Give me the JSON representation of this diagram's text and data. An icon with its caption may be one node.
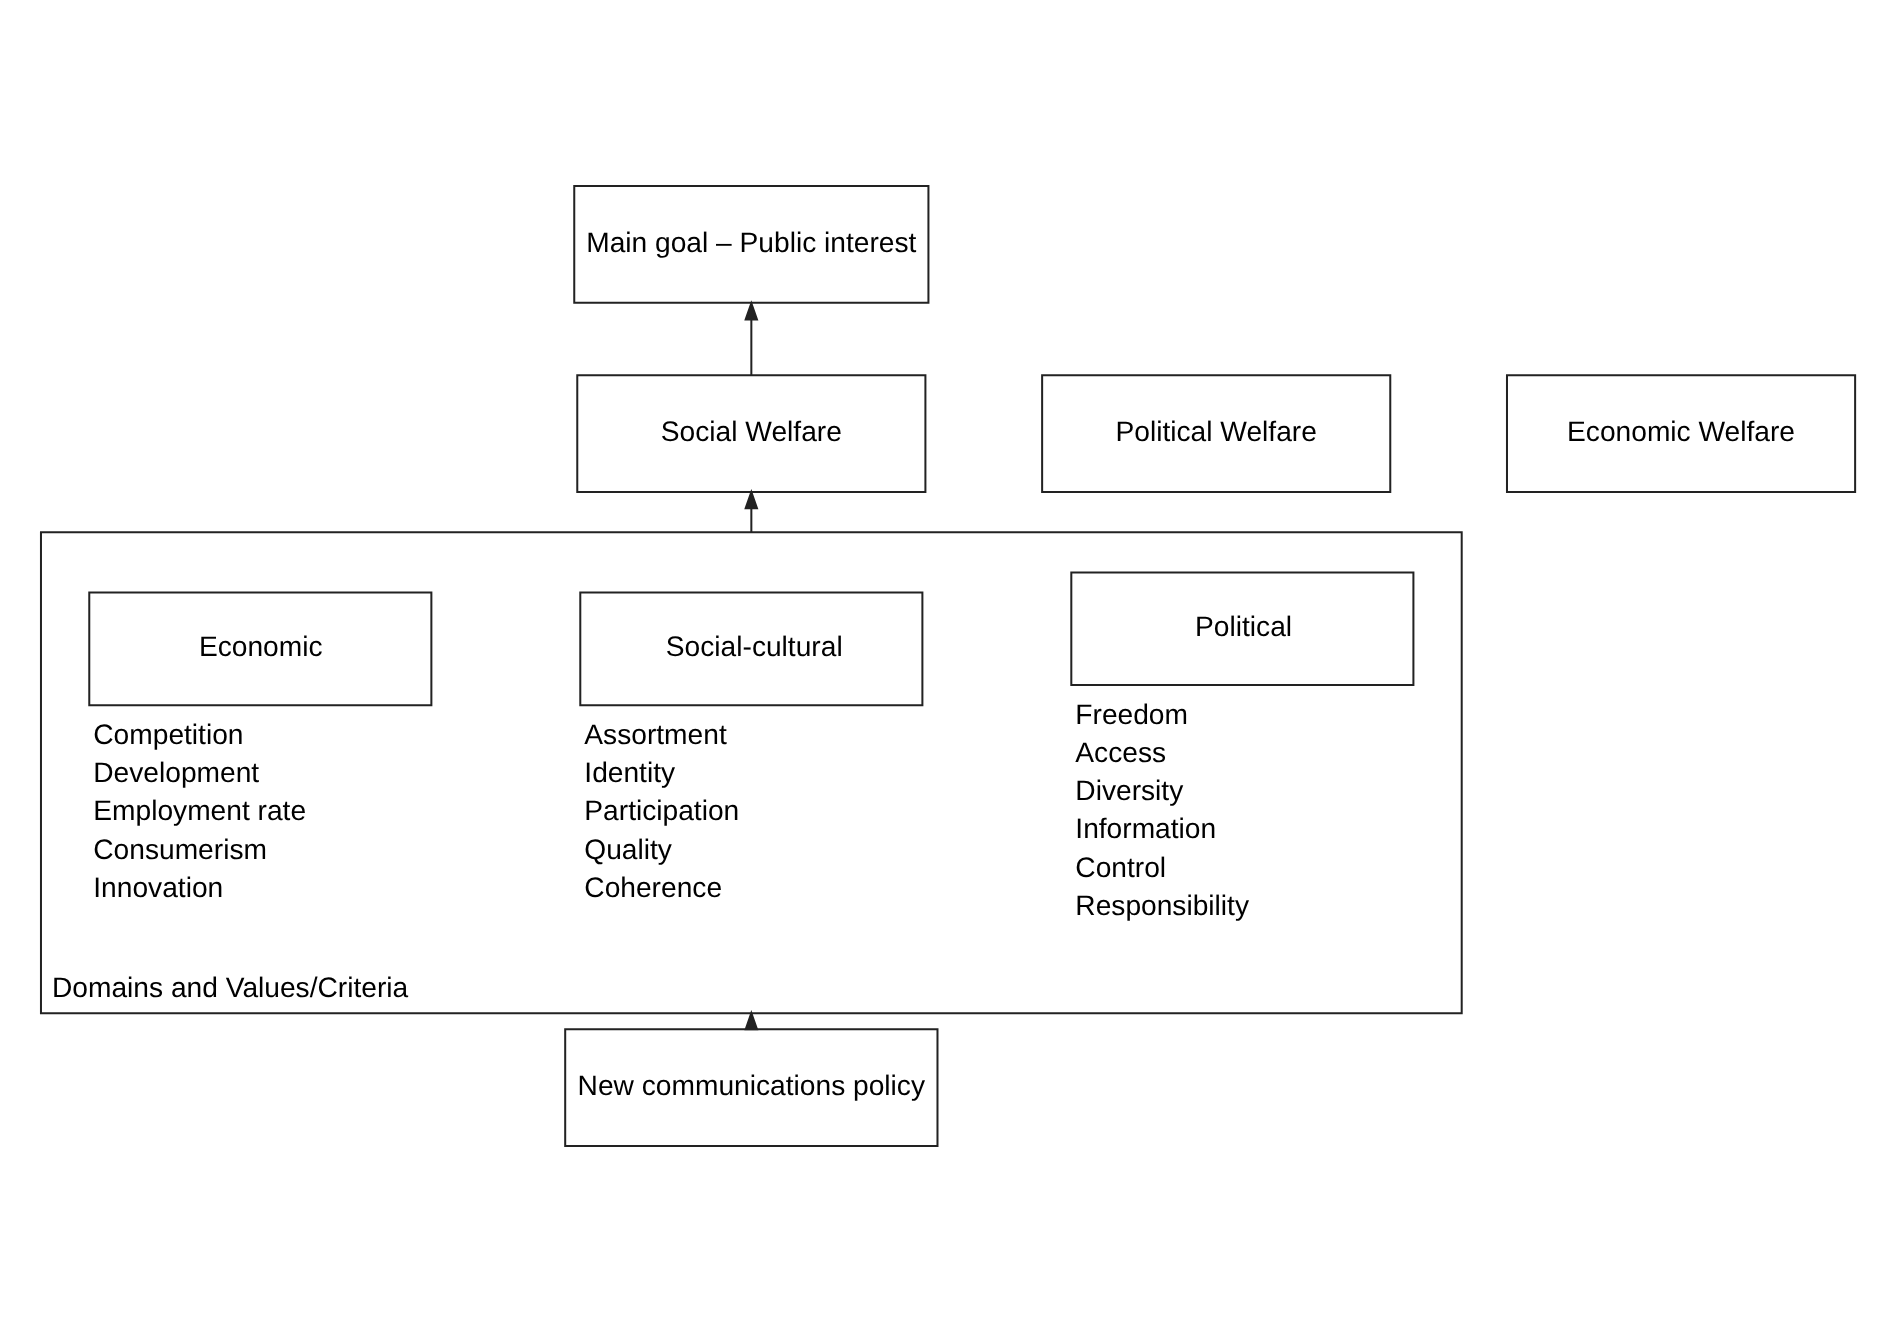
{
  "diagram": {
    "nodes": [
      {
        "text": [
          "Main goal – Public interest"
        ]
      },
      {
        "text": [
          "Political Welfare"
        ]
      },
      {
        "text": [
          "Social Welfare"
        ]
      },
      {
        "text": [
          "Economic Welfare"
        ]
      },
      {
        "text": [
          "Domains and Values/Criteria"
        ]
      },
      {
        "text": [
          "Political"
        ],
        "in": 4,
        "beside": [
          "Freedom",
          "Access",
          "Diversity",
          "Information",
          "Control",
          "Responsibility"
        ]
      },
      {
        "text": [
          "Social-cultural"
        ],
        "in": 4,
        "beside": [
          "Assortment",
          "Identity",
          "Participation",
          "Quality",
          "Coherence"
        ]
      },
      {
        "text": [
          "Economic"
        ],
        "in": 4,
        "beside": [
          "Competition",
          "Development",
          "Employment rate",
          "Consumerism",
          "Innovation"
        ]
      },
      {
        "text": [
          "New communications policy"
        ]
      }
    ],
    "edges": [
      {
        "from": 8,
        "to": 4,
        "arrow": "to"
      },
      {
        "from": 4,
        "to": 2,
        "arrow": "to"
      },
      {
        "from": 2,
        "to": 0,
        "arrow": "to"
      }
    ]
  }
}
